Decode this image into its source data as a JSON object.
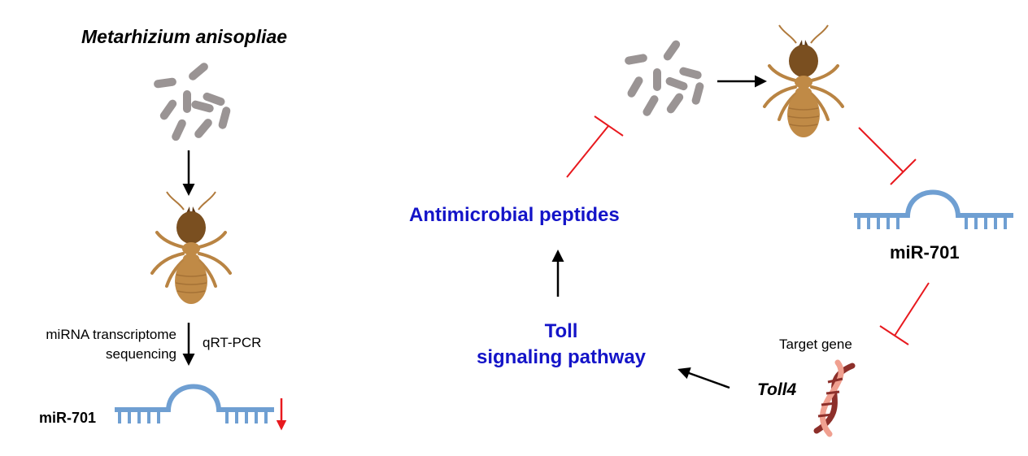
{
  "labels": {
    "species": "Metarhizium anisopliae",
    "antimicrobial": "Antimicrobial peptides",
    "pathway_line1": "Toll",
    "pathway_line2": "signaling pathway",
    "mirna_right": "miR-701",
    "mirna_left": "miR-701",
    "method_seq_line1": "miRNA transcriptome",
    "method_seq_line2": "sequencing",
    "method_qpcr": "qRT-PCR",
    "target_gene": "Target gene",
    "gene_name": "Toll4"
  },
  "colors": {
    "pathway_text": "#1414c8",
    "inhibition": "#e8191e",
    "down_arrow": "#e8191e",
    "rna": "#6f9fd2",
    "spore": "#9a9494",
    "termite_head": "#7a4f20",
    "termite_body": "#c08a46",
    "dna_dark": "#8d2f2a",
    "dna_light": "#f0a090"
  },
  "icons": [
    "fungal-spores-icon",
    "termite-icon",
    "mirna-hairpin-icon",
    "dna-helix-icon"
  ]
}
